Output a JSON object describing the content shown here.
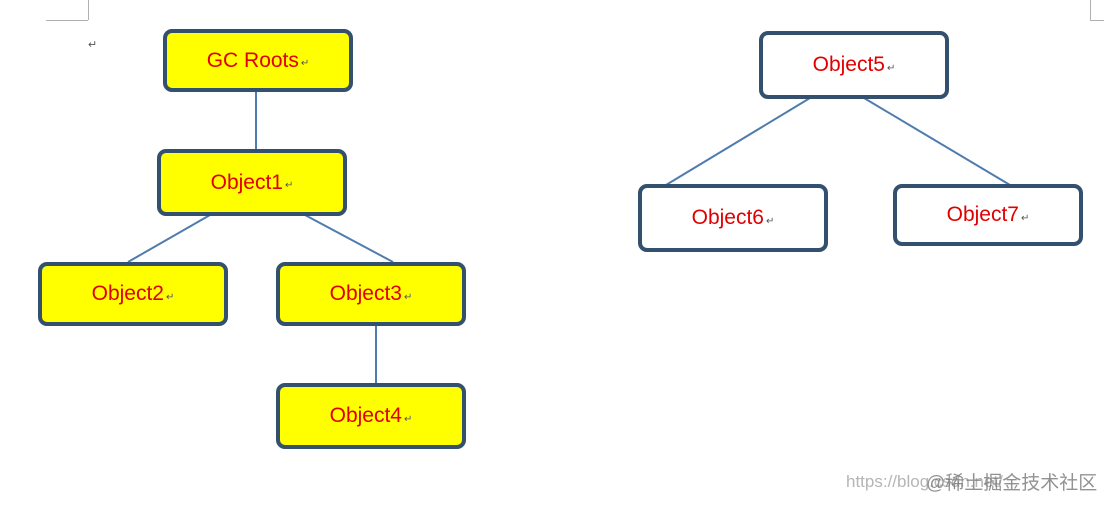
{
  "nodes": {
    "gc_roots": "GC Roots",
    "object1": "Object1",
    "object2": "Object2",
    "object3": "Object3",
    "object4": "Object4",
    "object5": "Object5",
    "object6": "Object6",
    "object7": "Object7"
  },
  "paragraph_mark": "↵",
  "watermark": {
    "url": "https://blog.csdn.net/",
    "brand": "@稀土掘金技术社区"
  },
  "colors": {
    "node_fill_reachable": "#ffff00",
    "node_fill_unreachable": "#ffffff",
    "node_border": "#34506f",
    "node_text": "#e00000",
    "connector": "#4f7cae"
  }
}
